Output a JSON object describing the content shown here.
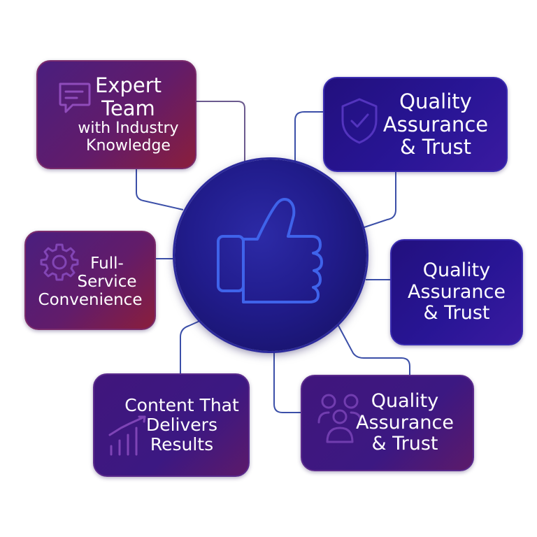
{
  "diagram": {
    "center": {
      "icon": "thumbs-up-icon"
    },
    "cards": [
      {
        "id": "card-expert-team",
        "lines": [
          "Expert",
          "Team",
          "with Industry",
          "Knowledge"
        ],
        "icon": "chat-bubble-icon",
        "style": "purple"
      },
      {
        "id": "card-quality-1",
        "lines": [
          "Quality",
          "Assurance",
          "& Trust"
        ],
        "icon": "shield-check-icon",
        "style": "blue"
      },
      {
        "id": "card-full-service",
        "lines": [
          "Full-",
          "Service",
          "Convenience"
        ],
        "icon": "gear-icon",
        "style": "purple"
      },
      {
        "id": "card-quality-2",
        "lines": [
          "Quality",
          "Assurance",
          "& Trust"
        ],
        "icon": "",
        "style": "blue"
      },
      {
        "id": "card-content-results",
        "lines": [
          "Content That",
          "Delivers",
          "Results"
        ],
        "icon": "bar-chart-icon",
        "style": "mixed"
      },
      {
        "id": "card-quality-3",
        "lines": [
          "Quality",
          "Assurance",
          "& Trust"
        ],
        "icon": "people-icon",
        "style": "mixed"
      }
    ],
    "colors": {
      "connector": "#3b4fa8",
      "connector_alt": "#6b5a8e",
      "icon_stroke": "#3f63ea"
    }
  }
}
